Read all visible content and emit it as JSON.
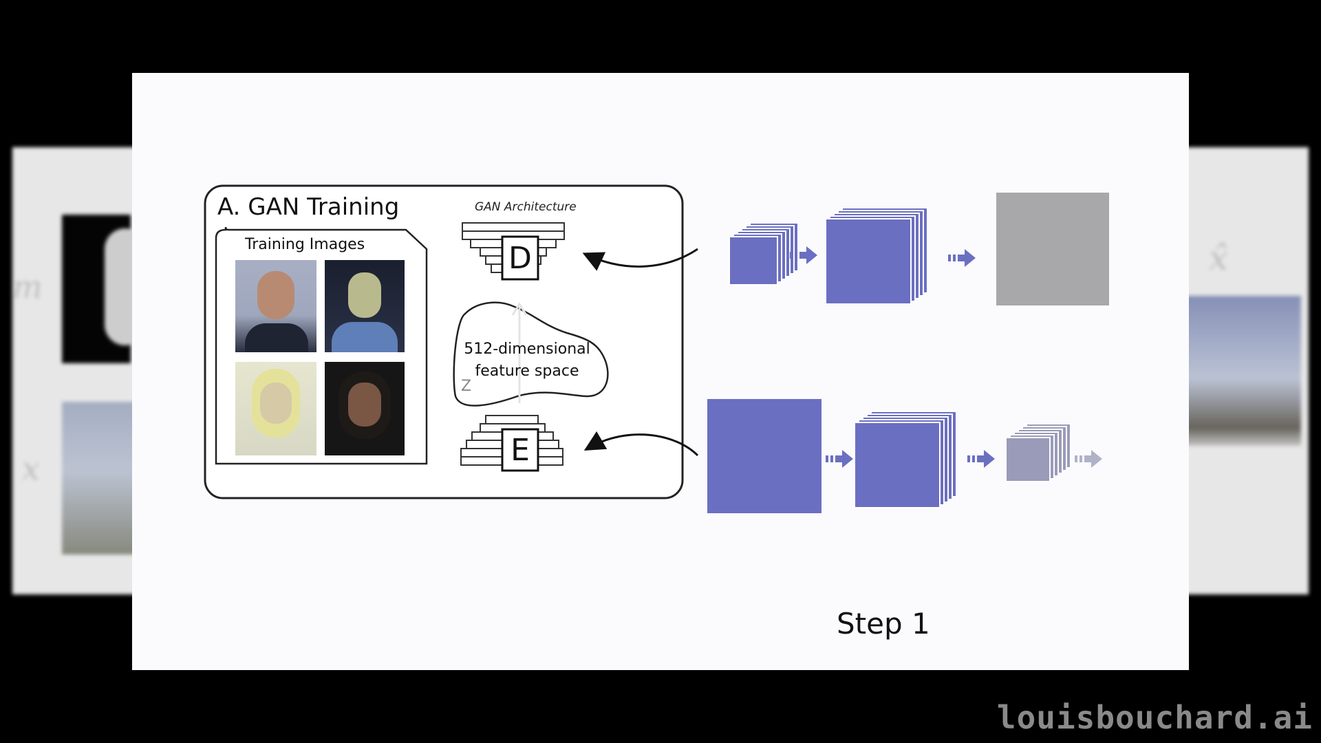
{
  "panel": {
    "title": "A. GAN Training",
    "architecture_label": "GAN Architecture",
    "training_images_label": "Training Images",
    "discriminator_letter": "D",
    "encoder_letter": "E",
    "feature_space_line1": "512-dimensional",
    "feature_space_line2": "feature space",
    "latent_label": "Z"
  },
  "step_label": "Step 1",
  "side_left_math_top": "m",
  "side_left_math_bottom": "x",
  "side_right_math": "x̂",
  "watermark": "louisbouchard.ai",
  "colors": {
    "background": "#000000",
    "card": "#fbfbfd",
    "feature_blue": "#6b6fc1",
    "feature_gray": "#a6a6b0",
    "output_gray": "#a8a8aa",
    "ink": "#111111"
  }
}
